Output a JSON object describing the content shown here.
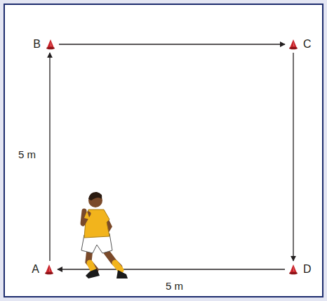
{
  "diagram": {
    "nodes": [
      {
        "text": [
          "A"
        ]
      },
      {
        "text": [
          "B"
        ]
      },
      {
        "text": [
          "C"
        ]
      },
      {
        "text": [
          "D"
        ]
      }
    ],
    "edges": [
      {
        "from": 0,
        "to": 1,
        "arrow": "to"
      },
      {
        "from": 1,
        "to": 2,
        "arrow": "to"
      },
      {
        "from": 2,
        "to": 3,
        "arrow": "to"
      },
      {
        "from": 3,
        "to": 0,
        "arrow": "to"
      }
    ],
    "labels": [
      "5 m",
      "5 m"
    ]
  }
}
